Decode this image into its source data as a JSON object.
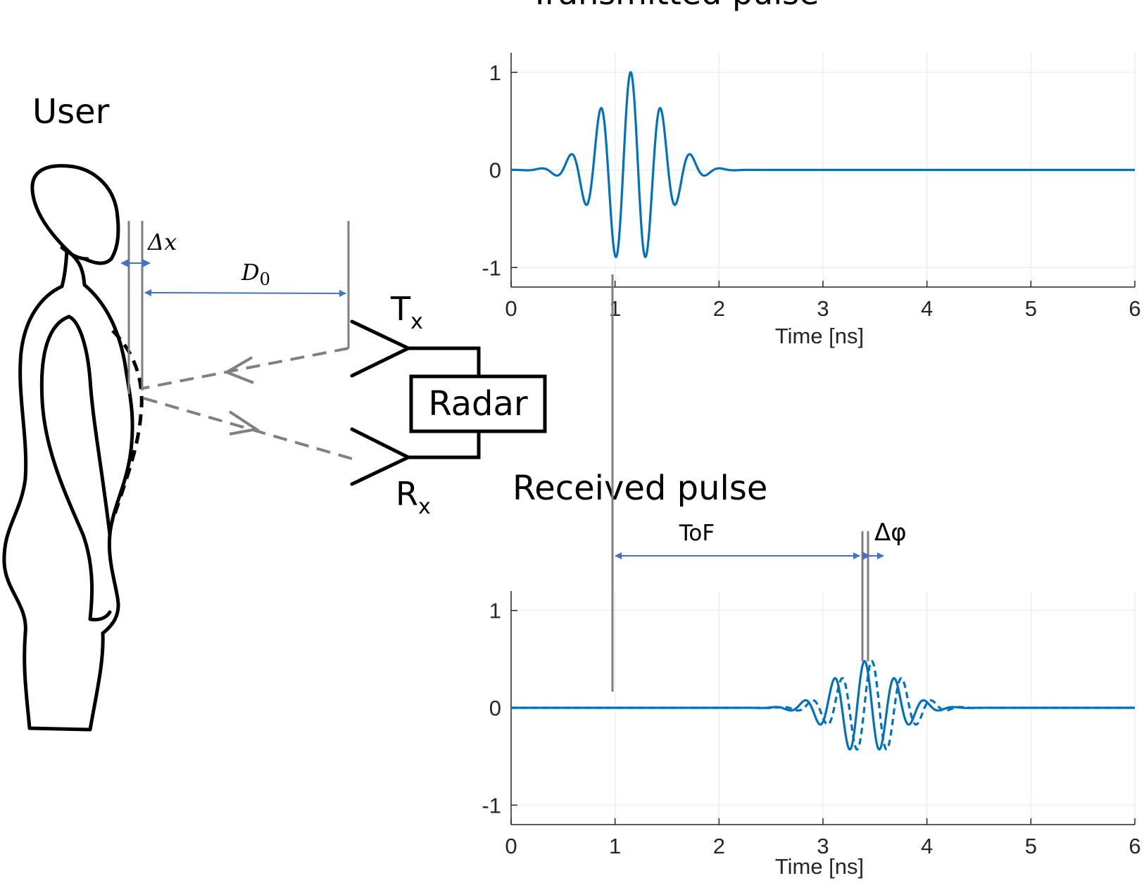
{
  "diagram": {
    "user_label": "User",
    "delta_x_label": "Δx",
    "d0_label": "D",
    "d0_subscript": "0",
    "tx_label": "T",
    "tx_subscript": "x",
    "rx_label": "R",
    "rx_subscript": "x",
    "radar_label": "Radar",
    "tof_label": "ToF",
    "delta_phi_label": "Δφ",
    "received_title": "Received pulse",
    "arrow_color": "#4472C4",
    "signal_color": "#0072BD",
    "dashed_path_color": "#808080"
  },
  "chart_data": [
    {
      "type": "line",
      "title": "Transmitted pulse",
      "xlabel": "Time [ns]",
      "ylabel": "",
      "xlim": [
        0,
        6
      ],
      "ylim": [
        -1.2,
        1.2
      ],
      "x_ticks": [
        "0",
        "1",
        "2",
        "3",
        "4",
        "5",
        "6"
      ],
      "y_ticks": [
        "-1",
        "0",
        "1"
      ],
      "grid": true,
      "series": [
        {
          "style": "solid",
          "pulse_center_ns": 1.15,
          "envelope_sigma_ns": 0.3,
          "carrier_ghz": 3.45,
          "amplitude": 1.0,
          "phase_ns": 0.0
        }
      ]
    },
    {
      "type": "line",
      "title": "",
      "xlabel": "Time [ns]",
      "ylabel": "",
      "xlim": [
        0,
        6
      ],
      "ylim": [
        -1.2,
        1.2
      ],
      "x_ticks": [
        "0",
        "1",
        "2",
        "3",
        "4",
        "5",
        "6"
      ],
      "y_ticks": [
        "-1",
        "0",
        "1"
      ],
      "grid": true,
      "series": [
        {
          "style": "solid",
          "pulse_center_ns": 3.4,
          "envelope_sigma_ns": 0.3,
          "carrier_ghz": 3.45,
          "amplitude": 0.48,
          "phase_ns": 0.0
        },
        {
          "style": "dashed",
          "pulse_center_ns": 3.47,
          "envelope_sigma_ns": 0.3,
          "carrier_ghz": 3.45,
          "amplitude": 0.48,
          "phase_ns": 0.07
        }
      ]
    }
  ]
}
